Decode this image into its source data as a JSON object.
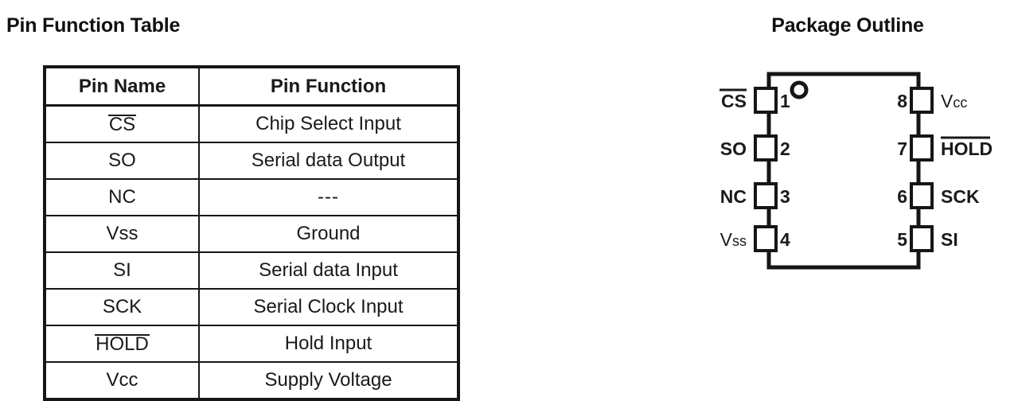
{
  "figure": {
    "left_panel_title": "Pin Function Table",
    "right_panel_title": "Package Outline"
  },
  "pin_table": {
    "columns": [
      "Pin Name",
      "Pin Function"
    ],
    "rows": [
      {
        "name": "CS",
        "overline": true,
        "bold": true,
        "function": "Chip Select Input"
      },
      {
        "name": "SO",
        "overline": false,
        "bold": false,
        "function": "Serial data Output"
      },
      {
        "name": "NC",
        "overline": false,
        "bold": false,
        "function": "---"
      },
      {
        "name": "Vss",
        "overline": false,
        "bold": false,
        "function": "Ground"
      },
      {
        "name": "SI",
        "overline": false,
        "bold": false,
        "function": "Serial data Input"
      },
      {
        "name": "SCK",
        "overline": false,
        "bold": false,
        "function": "Serial Clock Input"
      },
      {
        "name": "HOLD",
        "overline": true,
        "bold": false,
        "function": "Hold Input"
      },
      {
        "name": "Vcc",
        "overline": false,
        "bold": false,
        "function": "Supply Voltage"
      }
    ]
  },
  "package": {
    "pin_1_marker": "pin-one-dot-icon",
    "left_pins": [
      {
        "number": "1",
        "label": "CS",
        "overline": true
      },
      {
        "number": "2",
        "label": "SO",
        "overline": false
      },
      {
        "number": "3",
        "label": "NC",
        "overline": false
      },
      {
        "number": "4",
        "label": "Vss",
        "overline": false
      }
    ],
    "right_pins": [
      {
        "number": "8",
        "label": "Vcc",
        "overline": false
      },
      {
        "number": "7",
        "label": "HOLD",
        "overline": true
      },
      {
        "number": "6",
        "label": "SCK",
        "overline": false
      },
      {
        "number": "5",
        "label": "SI",
        "overline": false
      }
    ]
  },
  "colors": {
    "ink": "#1a1a1a",
    "rule": "#161616",
    "background": "#ffffff"
  }
}
